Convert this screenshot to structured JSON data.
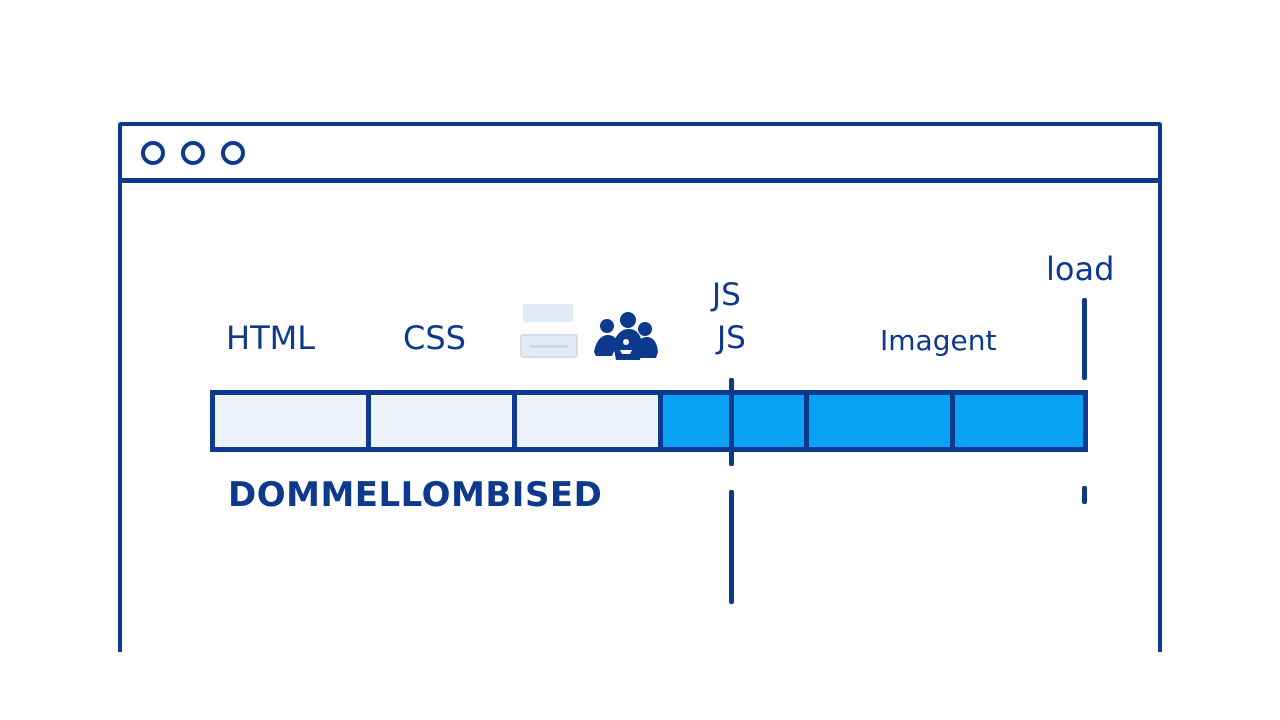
{
  "window": {
    "dots": [
      "dot-1",
      "dot-2",
      "dot-3"
    ]
  },
  "labels": {
    "html": "HTML",
    "css": "CSS",
    "js_top": "JS",
    "js_bottom": "JS",
    "imagent": "Imagent",
    "load": "load",
    "dom": "DOMMELLOMBISED"
  },
  "timeline": {
    "segments": [
      {
        "name": "segment-1",
        "state": "pending"
      },
      {
        "name": "segment-2",
        "state": "pending"
      },
      {
        "name": "segment-3",
        "state": "pending"
      },
      {
        "name": "segment-4",
        "state": "active"
      },
      {
        "name": "segment-5",
        "state": "active"
      },
      {
        "name": "segment-6",
        "state": "active"
      }
    ]
  },
  "icons": {
    "placeholder": "placeholder-card-icon",
    "people": "people-group-icon"
  },
  "colors": {
    "outline": "#0d3a8c",
    "pending": "#eef3fa",
    "active": "#0aa2f2"
  }
}
